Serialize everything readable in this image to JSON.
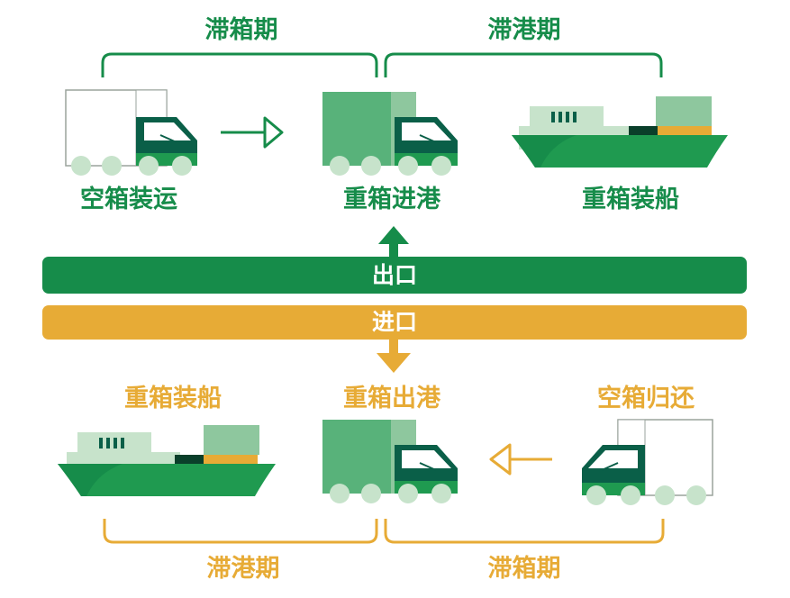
{
  "export": {
    "periods": {
      "left": "滞箱期",
      "right": "滞港期"
    },
    "stages": [
      "空箱装运",
      "重箱进港",
      "重箱装船"
    ],
    "bar_label": "出口",
    "color": "#168c4a"
  },
  "import": {
    "periods": {
      "left": "滞港期",
      "right": "滞箱期"
    },
    "stages": [
      "重箱装船",
      "重箱出港",
      "空箱归还"
    ],
    "bar_label": "进口",
    "color": "#e7ab36"
  },
  "colors": {
    "dark_green": "#0a5f48",
    "mid_green": "#1f9a50",
    "light_green": "#8ec79e",
    "pale_green": "#c7e3cb",
    "yellow": "#e7ab36"
  }
}
